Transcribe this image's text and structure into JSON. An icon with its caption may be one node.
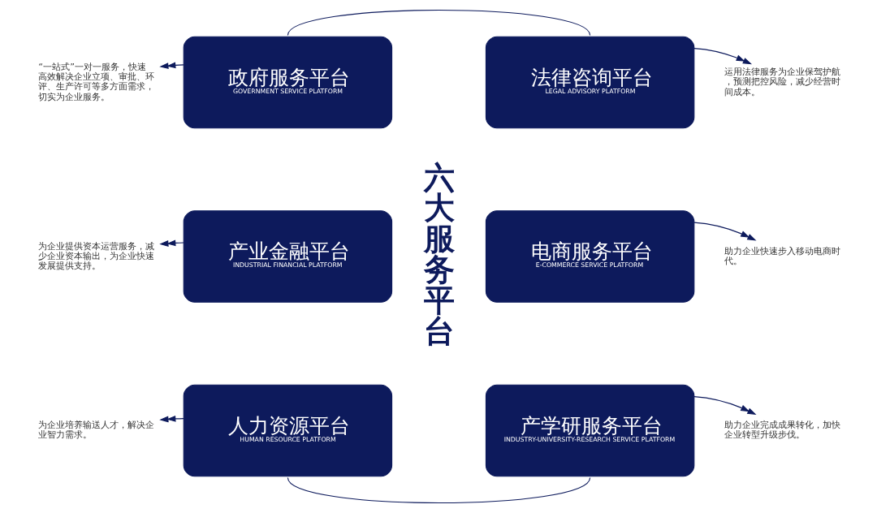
{
  "diagram": {
    "nodes": [
      {
        "text": [
          "政府服务平台",
          "GOVERNMENT SERVICE PLATFORM"
        ]
      },
      {
        "text": [
          "法律咨询平台",
          "LEGAL ADVISORY PLATFORM"
        ]
      },
      {
        "text": [
          "产业金融平台",
          "INDUSTRIAL FINANCIAL PLATFORM"
        ]
      },
      {
        "text": [
          "电商服务平台",
          "E-COMMERCE SERVICE PLATFORM"
        ]
      },
      {
        "text": [
          "人力资源平台",
          "HUMAN RESOURCE PLATFORM"
        ]
      },
      {
        "text": [
          "产学研服务平台",
          "INDUSTRY-UNIVERSITY-RESEARCH SERVICE PLATFORM"
        ]
      },
      {
        "text": [
          "“一站式”一对一服务，快速高效解决企业立项、审批、环评、生产许可等多方面需求，切实为企业服务。"
        ]
      },
      {
        "text": [
          "运用法律服务为企业保驾护航，预测把控风险，减少经营时间成本。"
        ]
      },
      {
        "text": [
          "为企业提供资本运营服务，减少企业资本输出，为企业快速发展提供支持。"
        ]
      },
      {
        "text": [
          "助力企业快速步入移动电商时代。"
        ]
      },
      {
        "text": [
          "为企业培养输送人才，解决企业智力需求。"
        ]
      },
      {
        "text": [
          "助力企业完成成果转化，加快企业转型升级步伐。"
        ]
      }
    ],
    "edges": [
      {
        "from": 0,
        "to": 1,
        "arrow": "none"
      },
      {
        "from": 4,
        "to": 5,
        "arrow": "none"
      },
      {
        "from": 0,
        "to": 6,
        "arrow": "to"
      },
      {
        "from": 1,
        "to": 7,
        "arrow": "to"
      },
      {
        "from": 2,
        "to": 8,
        "arrow": "to"
      },
      {
        "from": 3,
        "to": 9,
        "arrow": "to"
      },
      {
        "from": 4,
        "to": 10,
        "arrow": "to"
      },
      {
        "from": 5,
        "to": 11,
        "arrow": "to"
      }
    ],
    "labels": [
      "六大服务平台"
    ]
  }
}
